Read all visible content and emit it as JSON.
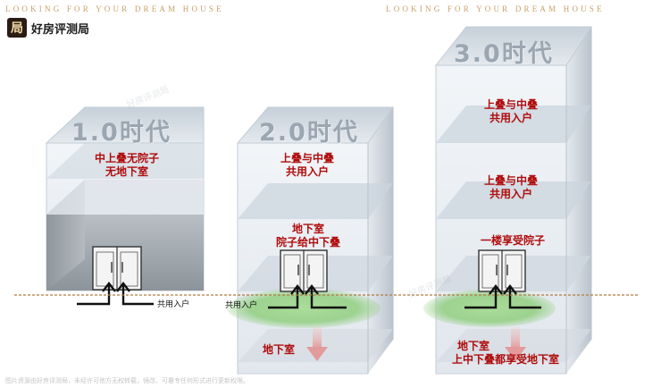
{
  "header": {
    "tagline": "LOOKING FOR YOUR DREAM HOUSE",
    "brand": "好房评测局",
    "logo_char": "局"
  },
  "eras": {
    "era1": {
      "title": "1.0时代",
      "room_label": [
        "中上叠无院子",
        "无地下室"
      ],
      "entrance_label": "共用入户"
    },
    "era2": {
      "title": "2.0时代",
      "upper_label": [
        "上叠与中叠",
        "共用入户"
      ],
      "middle_label": [
        "地下室",
        "院子给中下叠"
      ],
      "entrance_label": "共用入户",
      "basement_label": "地下室"
    },
    "era3": {
      "title": "3.0时代",
      "floor_a_label": [
        "上叠与中叠",
        "共用入户"
      ],
      "floor_b_label": [
        "上叠与中叠",
        "共用入户"
      ],
      "ground_label": "一楼享受院子",
      "basement_label": [
        "地下室",
        "上中下叠都享受地下室"
      ]
    }
  },
  "footer": {
    "disclaimer": "图片资源由好房评测局，未经许可他方无权转载，镜改、可篡专任何形式进行更新权限。"
  },
  "watermarks": [
    "好房评测局",
    "好房评测局"
  ],
  "colors": {
    "label_red": "#b00b0b",
    "tagline_gold": "#c9a06a",
    "ground_line": "#b07a3e",
    "yard_green": "#7cc46a",
    "arrow_pink": "#e8a6a6"
  }
}
